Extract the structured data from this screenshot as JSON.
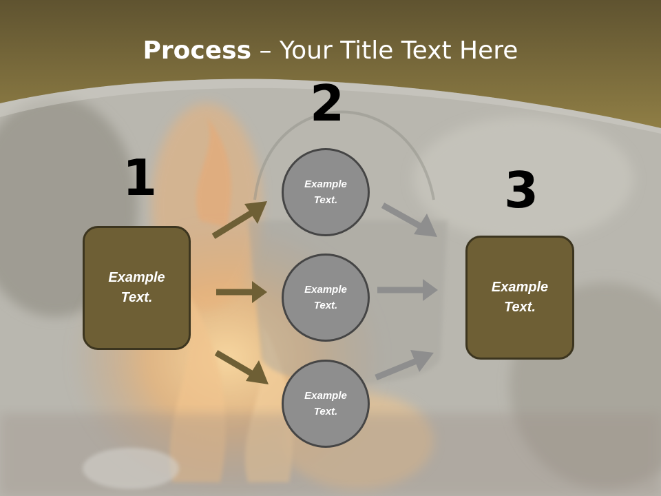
{
  "slide": {
    "title_bold": "Process",
    "title_rest": " – Your Title Text Here"
  },
  "steps": {
    "step1_number": "1",
    "step2_number": "2",
    "step3_number": "3"
  },
  "nodes": {
    "left_box": "Example Text.",
    "circle_top": "Example Text.",
    "circle_middle": "Example Text.",
    "circle_bottom": "Example Text.",
    "right_box": "Example Text."
  },
  "colors": {
    "header_band": "#7a6a3a",
    "box_fill": "#6e5f35",
    "box_border": "#3c351f",
    "circle_fill": "#8e8e8e",
    "circle_border": "#454545",
    "arrow_olive": "#6e5f35",
    "arrow_gray": "#8e8e8e"
  }
}
